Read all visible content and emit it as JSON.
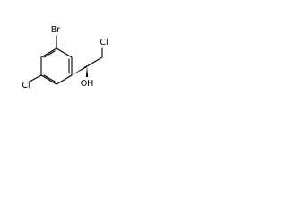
{
  "molecule": {
    "atoms": {
      "bromine": "Br",
      "chlorine_ring": "Cl",
      "chlorine_chain": "Cl",
      "hydroxyl": "OH"
    },
    "colors": {
      "bond": "#000000",
      "label": "#000000",
      "background": "#ffffff"
    }
  }
}
